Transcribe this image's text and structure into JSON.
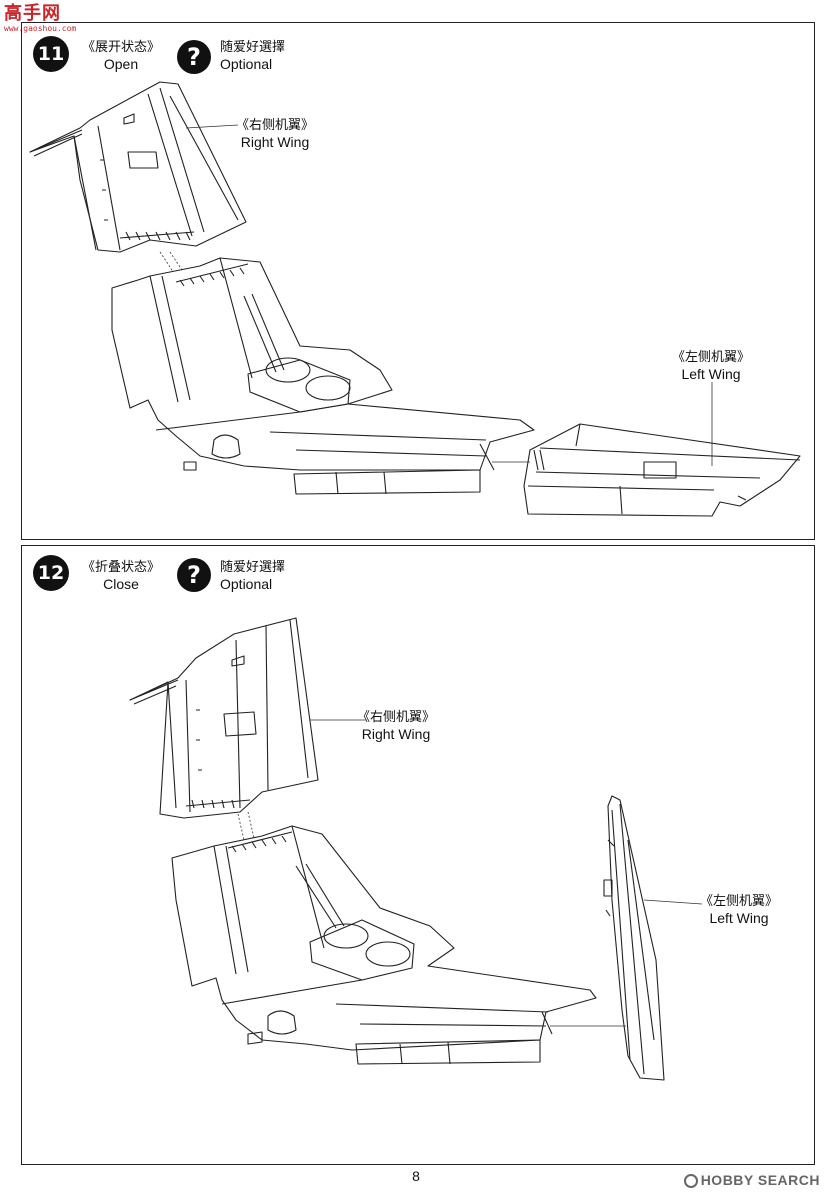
{
  "site_logo": {
    "main": "高手网",
    "sub": "www.gaoshou.com"
  },
  "steps": [
    {
      "number": "11",
      "state_cn": "《展开状态》",
      "state_en": "Open",
      "option_cn": "随爱好選擇",
      "option_en": "Optional",
      "labels": {
        "right_wing_cn": "《右侧机翼》",
        "right_wing_en": "Right Wing",
        "left_wing_cn": "《左侧机翼》",
        "left_wing_en": "Left Wing"
      }
    },
    {
      "number": "12",
      "state_cn": "《折叠状态》",
      "state_en": "Close",
      "option_cn": "随爱好選擇",
      "option_en": "Optional",
      "labels": {
        "right_wing_cn": "《右侧机翼》",
        "right_wing_en": "Right Wing",
        "left_wing_cn": "《左侧机翼》",
        "left_wing_en": "Left Wing"
      }
    }
  ],
  "page_number": "8",
  "watermark": "HOBBY SEARCH",
  "icons": {
    "optional": "question-mark-icon"
  }
}
